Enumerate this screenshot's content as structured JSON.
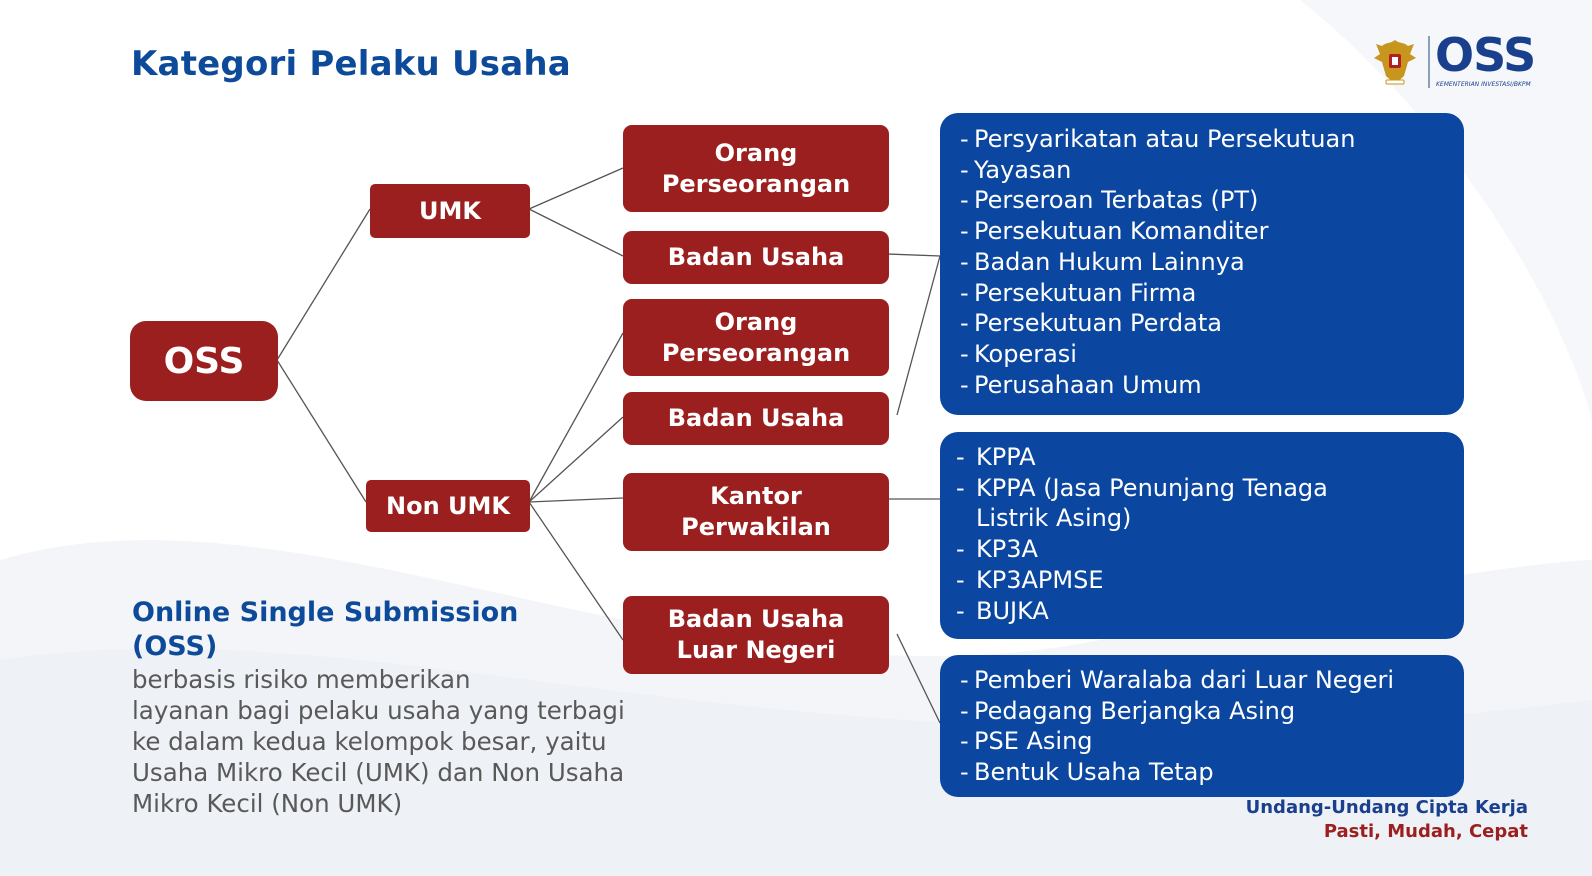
{
  "header": {
    "title": "Kategori Pelaku Usaha"
  },
  "logo": {
    "wordmark": "OSS",
    "subtitle": "KEMENTERIAN INVESTASI/BKPM"
  },
  "tree": {
    "root": "OSS",
    "umk": {
      "label": "UMK",
      "children": [
        "Orang\nPerseorangan",
        "Badan Usaha"
      ]
    },
    "non_umk": {
      "label": "Non UMK",
      "children": [
        "Orang\nPerseorangan",
        "Badan Usaha",
        "Kantor\nPerwakilan",
        "Badan Usaha\nLuar Negeri"
      ]
    }
  },
  "lists": {
    "badan_usaha_types": [
      "Persyarikatan atau Persekutuan",
      "Yayasan",
      "Perseroan Terbatas (PT)",
      "Persekutuan Komanditer",
      "Badan Hukum Lainnya",
      "Persekutuan Firma",
      "Persekutuan Perdata",
      "Koperasi",
      "Perusahaan Umum"
    ],
    "kantor_perwakilan_types": [
      "KPPA",
      "KPPA (Jasa Penunjang Tenaga\nListrik Asing)",
      "KP3A",
      "KP3APMSE",
      "BUJKA"
    ],
    "badan_usaha_luar_negeri_types": [
      "Pemberi Waralaba dari Luar Negeri",
      "Pedagang Berjangka Asing",
      "PSE Asing",
      "Bentuk Usaha Tetap"
    ]
  },
  "description": {
    "heading": "Online Single  Submission\n(OSS)",
    "body": "berbasis risiko memberikan\nlayanan bagi pelaku usaha yang terbagi\nke dalam kedua kelompok besar, yaitu\nUsaha Mikro Kecil (UMK) dan Non Usaha\nMikro Kecil (Non UMK)"
  },
  "footer": {
    "line1": "Undang-Undang Cipta Kerja",
    "line2": "Pasti, Mudah, Cepat"
  },
  "colors": {
    "node_red": "#9c1f1f",
    "box_blue": "#0b47a0",
    "title_blue": "#0d4a9a",
    "body_gray": "#595959"
  }
}
